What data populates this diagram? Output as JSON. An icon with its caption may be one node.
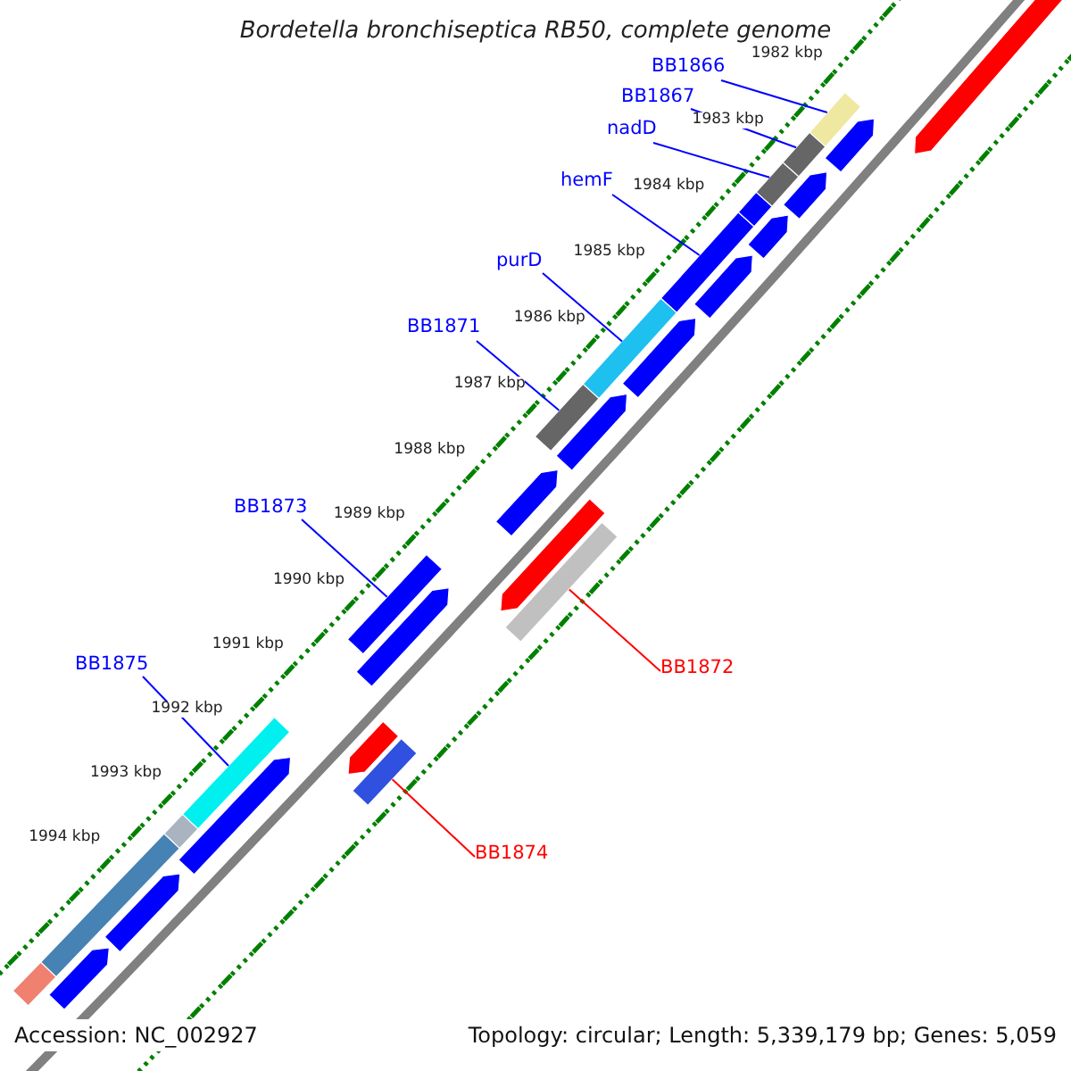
{
  "diagram": {
    "title": "Bordetella bronchiseptica RB50, complete genome",
    "nodes": [
      {
        "text": [
          "BB1866"
        ]
      },
      {
        "text": [
          "BB1867"
        ]
      },
      {
        "text": [
          "nadD"
        ]
      },
      {
        "text": [
          "hemF"
        ]
      },
      {
        "text": [
          "purD"
        ]
      },
      {
        "text": [
          "BB1871"
        ]
      },
      {
        "text": [
          "BB1873"
        ]
      },
      {
        "text": [
          "BB1872"
        ]
      },
      {
        "text": [
          "BB1875"
        ]
      },
      {
        "text": [
          "BB1874"
        ]
      },
      {
        "text": [],
        "shape": "bar"
      },
      {
        "text": [],
        "shape": "bar"
      },
      {
        "text": [],
        "shape": "bar"
      },
      {
        "text": [],
        "shape": "bar"
      },
      {
        "text": [],
        "shape": "bar"
      },
      {
        "text": [],
        "shape": "bar"
      },
      {
        "text": [],
        "shape": "bar"
      },
      {
        "text": [],
        "shape": "bar"
      },
      {
        "text": [],
        "shape": "bar"
      },
      {
        "text": [],
        "shape": "bar"
      },
      {
        "text": [],
        "shape": "bar"
      },
      {
        "text": [],
        "shape": "bar"
      },
      {
        "text": [],
        "shape": "bar"
      },
      {
        "text": [],
        "shape": "bar"
      },
      {
        "text": [],
        "shape": "bar"
      },
      {
        "text": [],
        "shape": "bar"
      },
      {
        "text": [],
        "shape": "bar"
      },
      {
        "text": [],
        "shape": "bar"
      },
      {
        "text": [],
        "shape": "bar"
      },
      {
        "text": [],
        "shape": "bar"
      },
      {
        "text": [],
        "shape": "bar"
      },
      {
        "text": [],
        "shape": "bar"
      },
      {
        "text": [],
        "shape": "bar"
      },
      {
        "text": [],
        "shape": "bar"
      },
      {
        "text": [],
        "shape": "bar"
      },
      {
        "text": [],
        "shape": "bar"
      },
      {
        "text": [],
        "shape": "bar"
      },
      {
        "text": [],
        "shape": "bar"
      }
    ],
    "edges": [
      {
        "from": 0,
        "to": 10,
        "arrow": "none"
      },
      {
        "from": 1,
        "to": 11,
        "arrow": "none"
      },
      {
        "from": 2,
        "to": 12,
        "arrow": "none"
      },
      {
        "from": 3,
        "to": 13,
        "arrow": "none"
      },
      {
        "from": 4,
        "to": 14,
        "arrow": "none"
      },
      {
        "from": 5,
        "to": 15,
        "arrow": "none"
      },
      {
        "from": 6,
        "to": 16,
        "arrow": "none"
      },
      {
        "from": 7,
        "to": 17,
        "arrow": "none",
        "color": "#ff0000"
      },
      {
        "from": 8,
        "to": 18,
        "arrow": "none"
      },
      {
        "from": 9,
        "to": 19,
        "arrow": "none",
        "color": "#ff0000"
      }
    ],
    "labels": [
      "1982 kbp",
      "1983 kbp",
      "1984 kbp",
      "1985 kbp",
      "1986 kbp",
      "1987 kbp",
      "1988 kbp",
      "1989 kbp",
      "1990 kbp",
      "1991 kbp",
      "1992 kbp",
      "1993 kbp",
      "1994 kbp",
      "Accession: NC_002927",
      "Topology: circular; Length: 5,339,179 bp; Genes: 5,059"
    ]
  }
}
